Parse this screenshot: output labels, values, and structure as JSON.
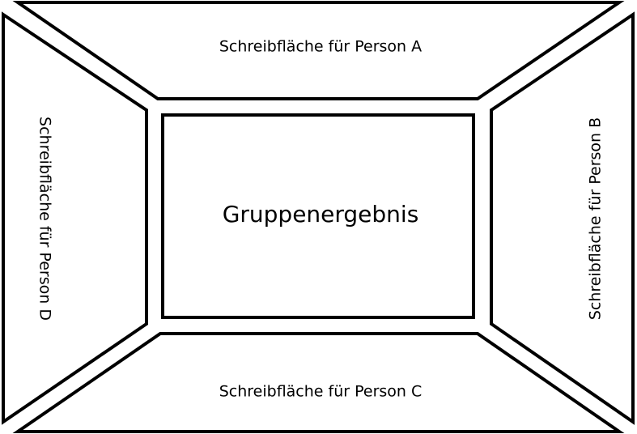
{
  "zones": {
    "person_a": {
      "label": "Schreibfläche für Person A"
    },
    "person_b": {
      "label": "Schreibfläche für Person B"
    },
    "person_c": {
      "label": "Schreibfläche für Person C"
    },
    "person_d": {
      "label": "Schreibfläche für Person D"
    },
    "center": {
      "label": "Gruppenergebnis"
    }
  },
  "colors": {
    "stroke": "#000000",
    "fill": "#ffffff"
  }
}
